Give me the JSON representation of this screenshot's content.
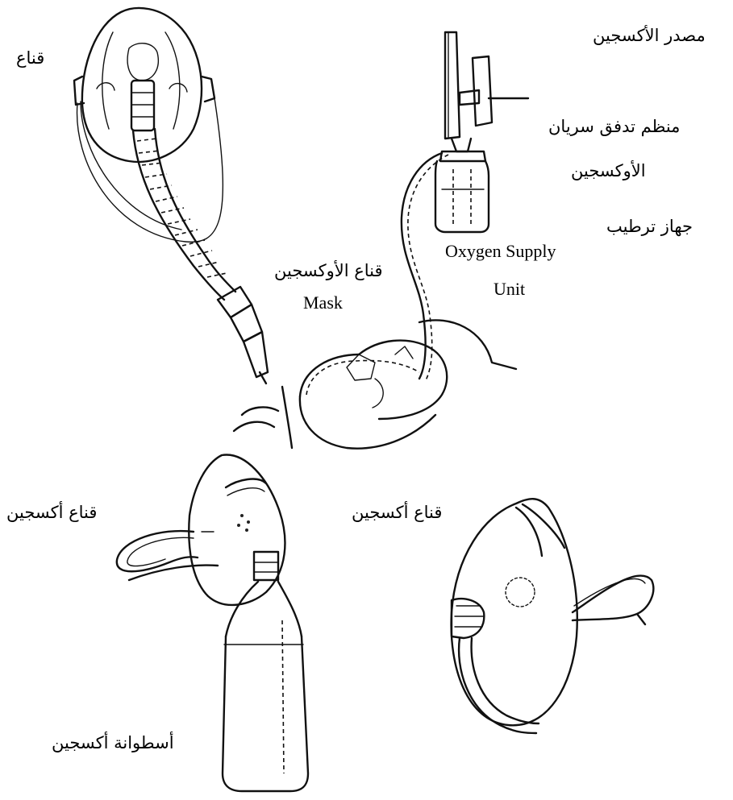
{
  "labels": {
    "mask_top_left": "قناع",
    "oxygen_source": "مصدر الأكسجين",
    "flow_regulator_line1": "منظم تدفق سريان",
    "flow_regulator_line2": "الأوكسجين",
    "humidifier": "جهاز ترطيب",
    "oxygen_mask_ar": "قناع الأوكسجين",
    "oxygen_mask_en": "Mask",
    "supply_unit_line1": "Oxygen Supply",
    "supply_unit_line2": "Unit",
    "oxygen_mask_left": "قناع أكسجين",
    "oxygen_mask_right": "قناع أكسجين",
    "oxygen_cylinder": "أسطوانة أكسجين"
  },
  "colors": {
    "ink": "#111111",
    "background": "#ffffff"
  }
}
